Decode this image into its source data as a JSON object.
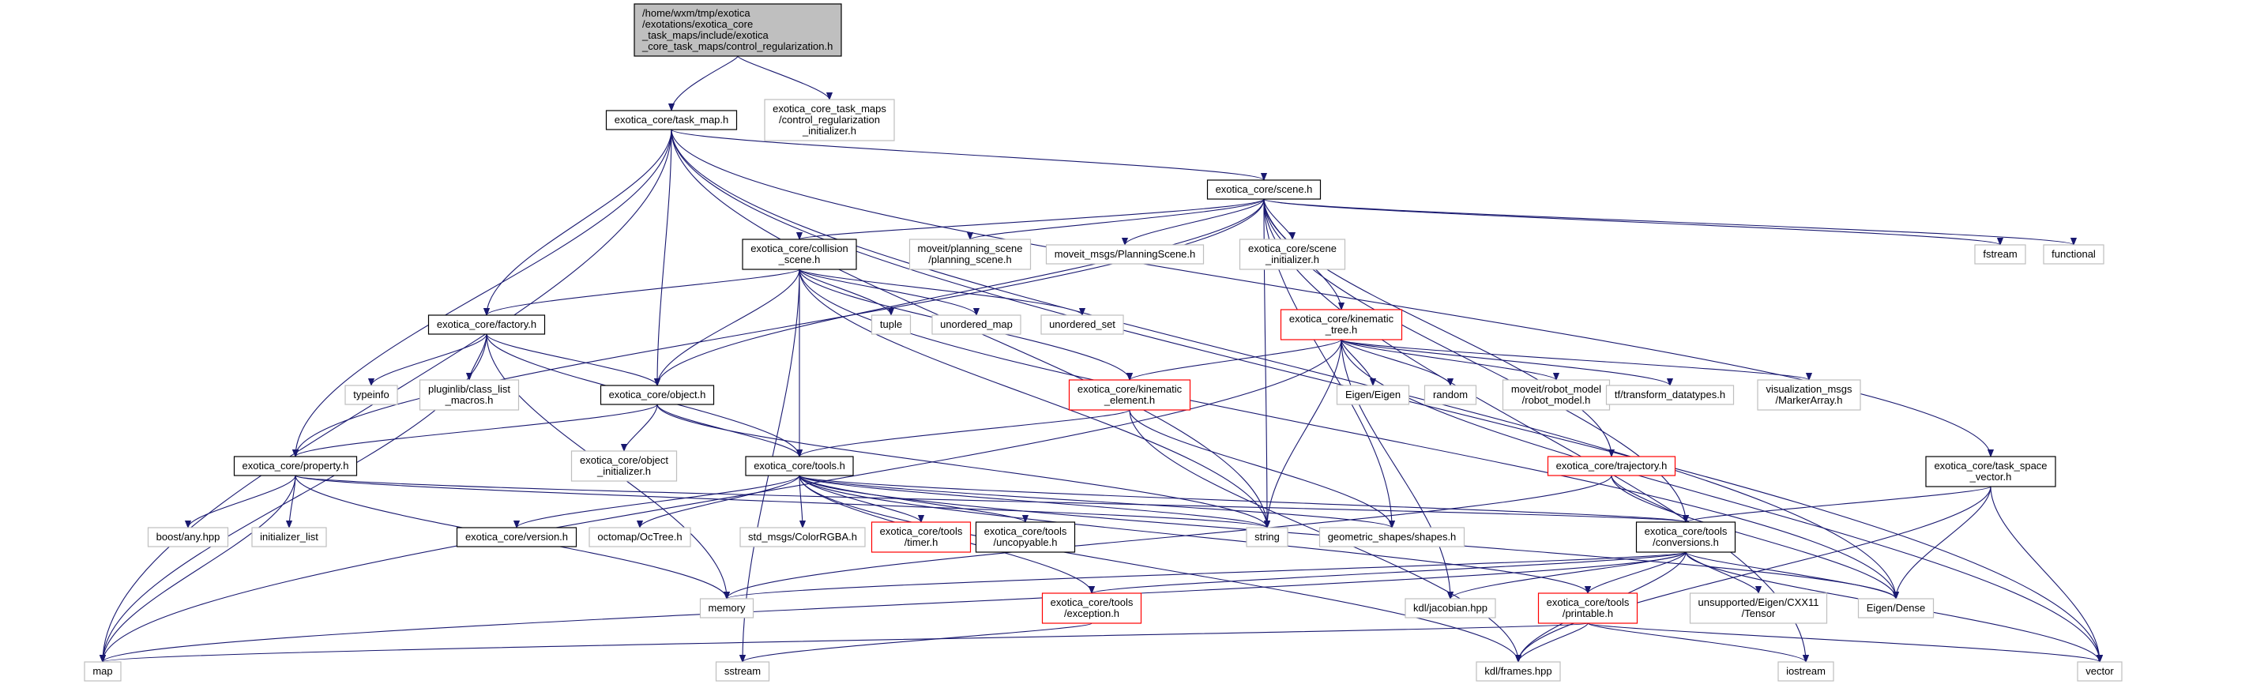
{
  "diagram": {
    "colors": {
      "edge": "#191970",
      "root_fill": "#bfbfbf",
      "black_border": "#000000",
      "gray_border": "#bfbfbf",
      "red_border": "#ff0000",
      "gray_text": "#404040"
    },
    "nodes": [
      {
        "id": "root",
        "style": "root",
        "lines": [
          "/home/wxm/tmp/exotica",
          "/exotations/exotica_core",
          "_task_maps/include/exotica",
          "_core_task_maps/control_regularization.h"
        ]
      },
      {
        "id": "task_map",
        "style": "black",
        "lines": [
          "exotica_core/task_map.h"
        ]
      },
      {
        "id": "ctrl_init",
        "style": "gray",
        "lines": [
          "exotica_core_task_maps",
          "/control_regularization",
          "_initializer.h"
        ]
      },
      {
        "id": "scene",
        "style": "black",
        "lines": [
          "exotica_core/scene.h"
        ]
      },
      {
        "id": "collision_scene",
        "style": "black",
        "lines": [
          "exotica_core/collision",
          "_scene.h"
        ]
      },
      {
        "id": "moveit_planning_scene",
        "style": "gray",
        "lines": [
          "moveit/planning_scene",
          "/planning_scene.h"
        ]
      },
      {
        "id": "moveit_msgs_ps",
        "style": "gray",
        "lines": [
          "moveit_msgs/PlanningScene.h"
        ]
      },
      {
        "id": "scene_init",
        "style": "gray",
        "lines": [
          "exotica_core/scene",
          "_initializer.h"
        ]
      },
      {
        "id": "fstream",
        "style": "gray",
        "lines": [
          "fstream"
        ]
      },
      {
        "id": "functional",
        "style": "gray",
        "lines": [
          "functional"
        ]
      },
      {
        "id": "factory",
        "style": "black",
        "lines": [
          "exotica_core/factory.h"
        ]
      },
      {
        "id": "tuple",
        "style": "gray",
        "lines": [
          "tuple"
        ]
      },
      {
        "id": "unordered_map",
        "style": "gray",
        "lines": [
          "unordered_map"
        ]
      },
      {
        "id": "unordered_set",
        "style": "gray",
        "lines": [
          "unordered_set"
        ]
      },
      {
        "id": "kinematic_tree",
        "style": "red",
        "lines": [
          "exotica_core/kinematic",
          "_tree.h"
        ]
      },
      {
        "id": "typeinfo",
        "style": "gray",
        "lines": [
          "typeinfo"
        ]
      },
      {
        "id": "pluginlib",
        "style": "gray",
        "lines": [
          "pluginlib/class_list",
          "_macros.h"
        ]
      },
      {
        "id": "object",
        "style": "black",
        "lines": [
          "exotica_core/object.h"
        ]
      },
      {
        "id": "kinematic_element",
        "style": "red",
        "lines": [
          "exotica_core/kinematic",
          "_element.h"
        ]
      },
      {
        "id": "eigen_eigen",
        "style": "gray",
        "lines": [
          "Eigen/Eigen"
        ]
      },
      {
        "id": "random",
        "style": "gray",
        "lines": [
          "random"
        ]
      },
      {
        "id": "moveit_robot_model",
        "style": "gray",
        "lines": [
          "moveit/robot_model",
          "/robot_model.h"
        ]
      },
      {
        "id": "tf_transform",
        "style": "gray",
        "lines": [
          "tf/transform_datatypes.h"
        ]
      },
      {
        "id": "visualization_msgs",
        "style": "gray",
        "lines": [
          "visualization_msgs",
          "/MarkerArray.h"
        ]
      },
      {
        "id": "object_init",
        "style": "gray",
        "lines": [
          "exotica_core/object",
          "_initializer.h"
        ]
      },
      {
        "id": "property",
        "style": "black",
        "lines": [
          "exotica_core/property.h"
        ]
      },
      {
        "id": "tools",
        "style": "black",
        "lines": [
          "exotica_core/tools.h"
        ]
      },
      {
        "id": "trajectory",
        "style": "red",
        "lines": [
          "exotica_core/trajectory.h"
        ]
      },
      {
        "id": "task_space_vector",
        "style": "black",
        "lines": [
          "exotica_core/task_space",
          "_vector.h"
        ]
      },
      {
        "id": "boost_any",
        "style": "gray",
        "lines": [
          "boost/any.hpp"
        ]
      },
      {
        "id": "initializer_list",
        "style": "gray",
        "lines": [
          "initializer_list"
        ]
      },
      {
        "id": "version",
        "style": "black",
        "lines": [
          "exotica_core/version.h"
        ]
      },
      {
        "id": "octomap",
        "style": "gray",
        "lines": [
          "octomap/OcTree.h"
        ]
      },
      {
        "id": "std_msgs",
        "style": "gray",
        "lines": [
          "std_msgs/ColorRGBA.h"
        ]
      },
      {
        "id": "timer",
        "style": "red",
        "lines": [
          "exotica_core/tools",
          "/timer.h"
        ]
      },
      {
        "id": "uncopyable",
        "style": "black",
        "lines": [
          "exotica_core/tools",
          "/uncopyable.h"
        ]
      },
      {
        "id": "string",
        "style": "gray",
        "lines": [
          "string"
        ]
      },
      {
        "id": "geometric_shapes",
        "style": "gray",
        "lines": [
          "geometric_shapes/shapes.h"
        ]
      },
      {
        "id": "conversions",
        "style": "black",
        "lines": [
          "exotica_core/tools",
          "/conversions.h"
        ]
      },
      {
        "id": "memory",
        "style": "gray",
        "lines": [
          "memory"
        ]
      },
      {
        "id": "exception",
        "style": "red",
        "lines": [
          "exotica_core/tools",
          "/exception.h"
        ]
      },
      {
        "id": "kdl_jacobian",
        "style": "gray",
        "lines": [
          "kdl/jacobian.hpp"
        ]
      },
      {
        "id": "printable",
        "style": "red",
        "lines": [
          "exotica_core/tools",
          "/printable.h"
        ]
      },
      {
        "id": "unsupported_tensor",
        "style": "gray",
        "lines": [
          "unsupported/Eigen/CXX11",
          "/Tensor"
        ]
      },
      {
        "id": "eigen_dense",
        "style": "gray",
        "lines": [
          "Eigen/Dense"
        ]
      },
      {
        "id": "map",
        "style": "gray",
        "lines": [
          "map"
        ]
      },
      {
        "id": "sstream",
        "style": "gray",
        "lines": [
          "sstream"
        ]
      },
      {
        "id": "kdl_frames",
        "style": "gray",
        "lines": [
          "kdl/frames.hpp"
        ]
      },
      {
        "id": "iostream",
        "style": "gray",
        "lines": [
          "iostream"
        ]
      },
      {
        "id": "vector",
        "style": "gray",
        "lines": [
          "vector"
        ]
      }
    ],
    "edges": [
      [
        "root",
        "task_map"
      ],
      [
        "root",
        "ctrl_init"
      ],
      [
        "task_map",
        "scene"
      ],
      [
        "task_map",
        "factory"
      ],
      [
        "task_map",
        "object"
      ],
      [
        "task_map",
        "property"
      ],
      [
        "task_map",
        "string"
      ],
      [
        "task_map",
        "map"
      ],
      [
        "task_map",
        "task_space_vector"
      ],
      [
        "task_map",
        "eigen_dense"
      ],
      [
        "task_map",
        "vector"
      ],
      [
        "scene",
        "collision_scene"
      ],
      [
        "scene",
        "moveit_planning_scene"
      ],
      [
        "scene",
        "moveit_msgs_ps"
      ],
      [
        "scene",
        "scene_init"
      ],
      [
        "scene",
        "fstream"
      ],
      [
        "scene",
        "functional"
      ],
      [
        "scene",
        "kinematic_tree"
      ],
      [
        "scene",
        "object"
      ],
      [
        "scene",
        "property"
      ],
      [
        "scene",
        "string"
      ],
      [
        "scene",
        "geometric_shapes"
      ],
      [
        "scene",
        "trajectory"
      ],
      [
        "scene",
        "conversions"
      ],
      [
        "scene",
        "iostream"
      ],
      [
        "collision_scene",
        "factory"
      ],
      [
        "collision_scene",
        "object"
      ],
      [
        "collision_scene",
        "tuple"
      ],
      [
        "collision_scene",
        "unordered_map"
      ],
      [
        "collision_scene",
        "unordered_set"
      ],
      [
        "collision_scene",
        "kinematic_element"
      ],
      [
        "collision_scene",
        "tools"
      ],
      [
        "collision_scene",
        "string"
      ],
      [
        "collision_scene",
        "eigen_dense"
      ],
      [
        "collision_scene",
        "sstream"
      ],
      [
        "factory",
        "typeinfo"
      ],
      [
        "factory",
        "pluginlib"
      ],
      [
        "factory",
        "object"
      ],
      [
        "factory",
        "tools"
      ],
      [
        "factory",
        "memory"
      ],
      [
        "factory",
        "map"
      ],
      [
        "kinematic_tree",
        "kinematic_element"
      ],
      [
        "kinematic_tree",
        "eigen_eigen"
      ],
      [
        "kinematic_tree",
        "random"
      ],
      [
        "kinematic_tree",
        "moveit_robot_model"
      ],
      [
        "kinematic_tree",
        "tf_transform"
      ],
      [
        "kinematic_tree",
        "visualization_msgs"
      ],
      [
        "kinematic_tree",
        "string"
      ],
      [
        "kinematic_tree",
        "map"
      ],
      [
        "kinematic_tree",
        "vector"
      ],
      [
        "kinematic_tree",
        "kdl_jacobian"
      ],
      [
        "object",
        "object_init"
      ],
      [
        "object",
        "property"
      ],
      [
        "object",
        "tools"
      ],
      [
        "object",
        "string"
      ],
      [
        "kinematic_element",
        "tools"
      ],
      [
        "kinematic_element",
        "kdl_frames"
      ],
      [
        "kinematic_element",
        "geometric_shapes"
      ],
      [
        "property",
        "boost_any"
      ],
      [
        "property",
        "initializer_list"
      ],
      [
        "property",
        "map"
      ],
      [
        "property",
        "memory"
      ],
      [
        "property",
        "string"
      ],
      [
        "property",
        "conversions"
      ],
      [
        "tools",
        "version"
      ],
      [
        "tools",
        "octomap"
      ],
      [
        "tools",
        "std_msgs"
      ],
      [
        "tools",
        "timer"
      ],
      [
        "tools",
        "uncopyable"
      ],
      [
        "tools",
        "string"
      ],
      [
        "tools",
        "geometric_shapes"
      ],
      [
        "tools",
        "conversions"
      ],
      [
        "tools",
        "exception"
      ],
      [
        "tools",
        "printable"
      ],
      [
        "tools",
        "kdl_frames"
      ],
      [
        "tools",
        "eigen_dense"
      ],
      [
        "trajectory",
        "conversions"
      ],
      [
        "trajectory",
        "eigen_dense"
      ],
      [
        "trajectory",
        "memory"
      ],
      [
        "task_space_vector",
        "conversions"
      ],
      [
        "task_space_vector",
        "eigen_dense"
      ],
      [
        "task_space_vector",
        "vector"
      ],
      [
        "task_space_vector",
        "kdl_frames"
      ],
      [
        "conversions",
        "memory"
      ],
      [
        "conversions",
        "exception"
      ],
      [
        "conversions",
        "kdl_jacobian"
      ],
      [
        "conversions",
        "printable"
      ],
      [
        "conversions",
        "unsupported_tensor"
      ],
      [
        "conversions",
        "eigen_dense"
      ],
      [
        "conversions",
        "kdl_frames"
      ],
      [
        "conversions",
        "map"
      ],
      [
        "conversions",
        "vector"
      ],
      [
        "exception",
        "sstream"
      ],
      [
        "printable",
        "map"
      ],
      [
        "printable",
        "kdl_frames"
      ],
      [
        "printable",
        "iostream"
      ],
      [
        "printable",
        "vector"
      ]
    ]
  }
}
